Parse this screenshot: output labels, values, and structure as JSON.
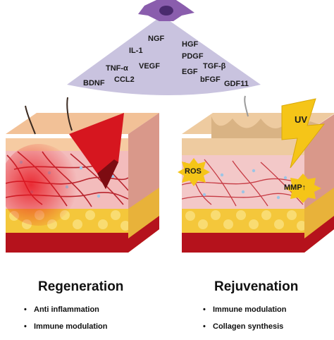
{
  "factors": [
    "NGF",
    "IL-1",
    "HGF",
    "PDGF",
    "TNF-α",
    "VEGF",
    "EGF",
    "TGF-β",
    "BDNF",
    "CCL2",
    "bFGF",
    "GDF11"
  ],
  "badges": {
    "uv": "UV",
    "ros": "ROS",
    "mmp": "MMP↑"
  },
  "left": {
    "title": "Regeneration",
    "bullets": [
      "Anti inflammation",
      "Immune modulation"
    ]
  },
  "right": {
    "title": "Rejuvenation",
    "bullets": [
      "Immune modulation",
      "Collagen synthesis"
    ]
  },
  "colors": {
    "cone": "#c9c3df",
    "cell": "#8a5dad",
    "nucleus": "#4a2a6e",
    "epidermis": "#f6cba2",
    "dermis": "#f3bcbc",
    "vessel": "#b8252e",
    "fat": "#f4c73b",
    "uv_badge": "#f5c518"
  }
}
